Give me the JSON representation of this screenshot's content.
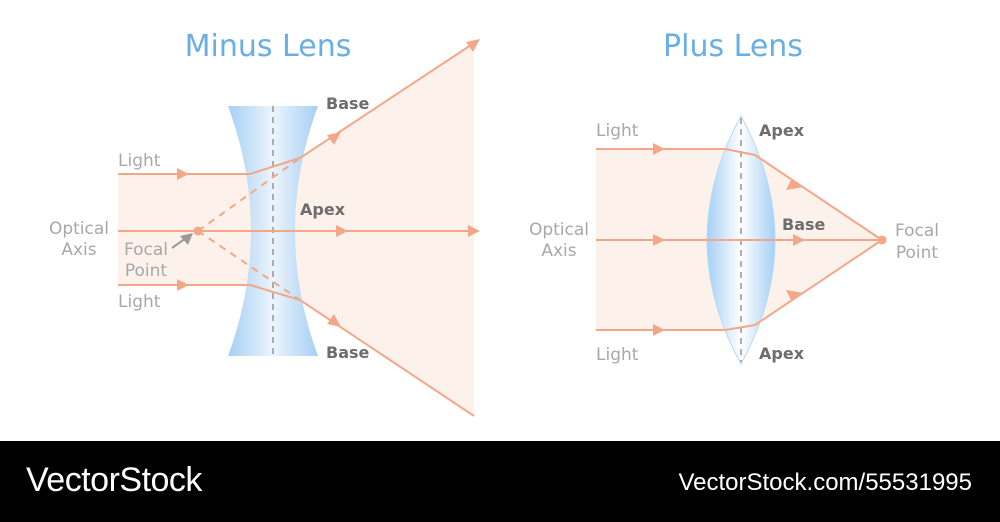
{
  "minus": {
    "title": "Minus Lens",
    "label_base_top": "Base",
    "label_apex": "Apex",
    "label_base_bottom": "Base",
    "label_light_top": "Light",
    "label_light_bottom": "Light",
    "label_optical": "Optical",
    "label_axis": "Axis",
    "label_focal": "Focal",
    "label_point": "Point"
  },
  "plus": {
    "title": "Plus Lens",
    "label_apex_top": "Apex",
    "label_base": "Base",
    "label_apex_bottom": "Apex",
    "label_light_top": "Light",
    "label_light_bottom": "Light",
    "label_optical": "Optical",
    "label_axis": "Axis",
    "label_focal": "Focal",
    "label_point": "Point"
  },
  "footer": {
    "brand": "VectorStock",
    "id": "VectorStock.com/55531995"
  },
  "colors": {
    "title": "#6aaee6",
    "ray": "#f2a888",
    "beam_fill": "#fdf1ec",
    "lens": "#bcdaf6",
    "footer_bg": "#000000"
  }
}
